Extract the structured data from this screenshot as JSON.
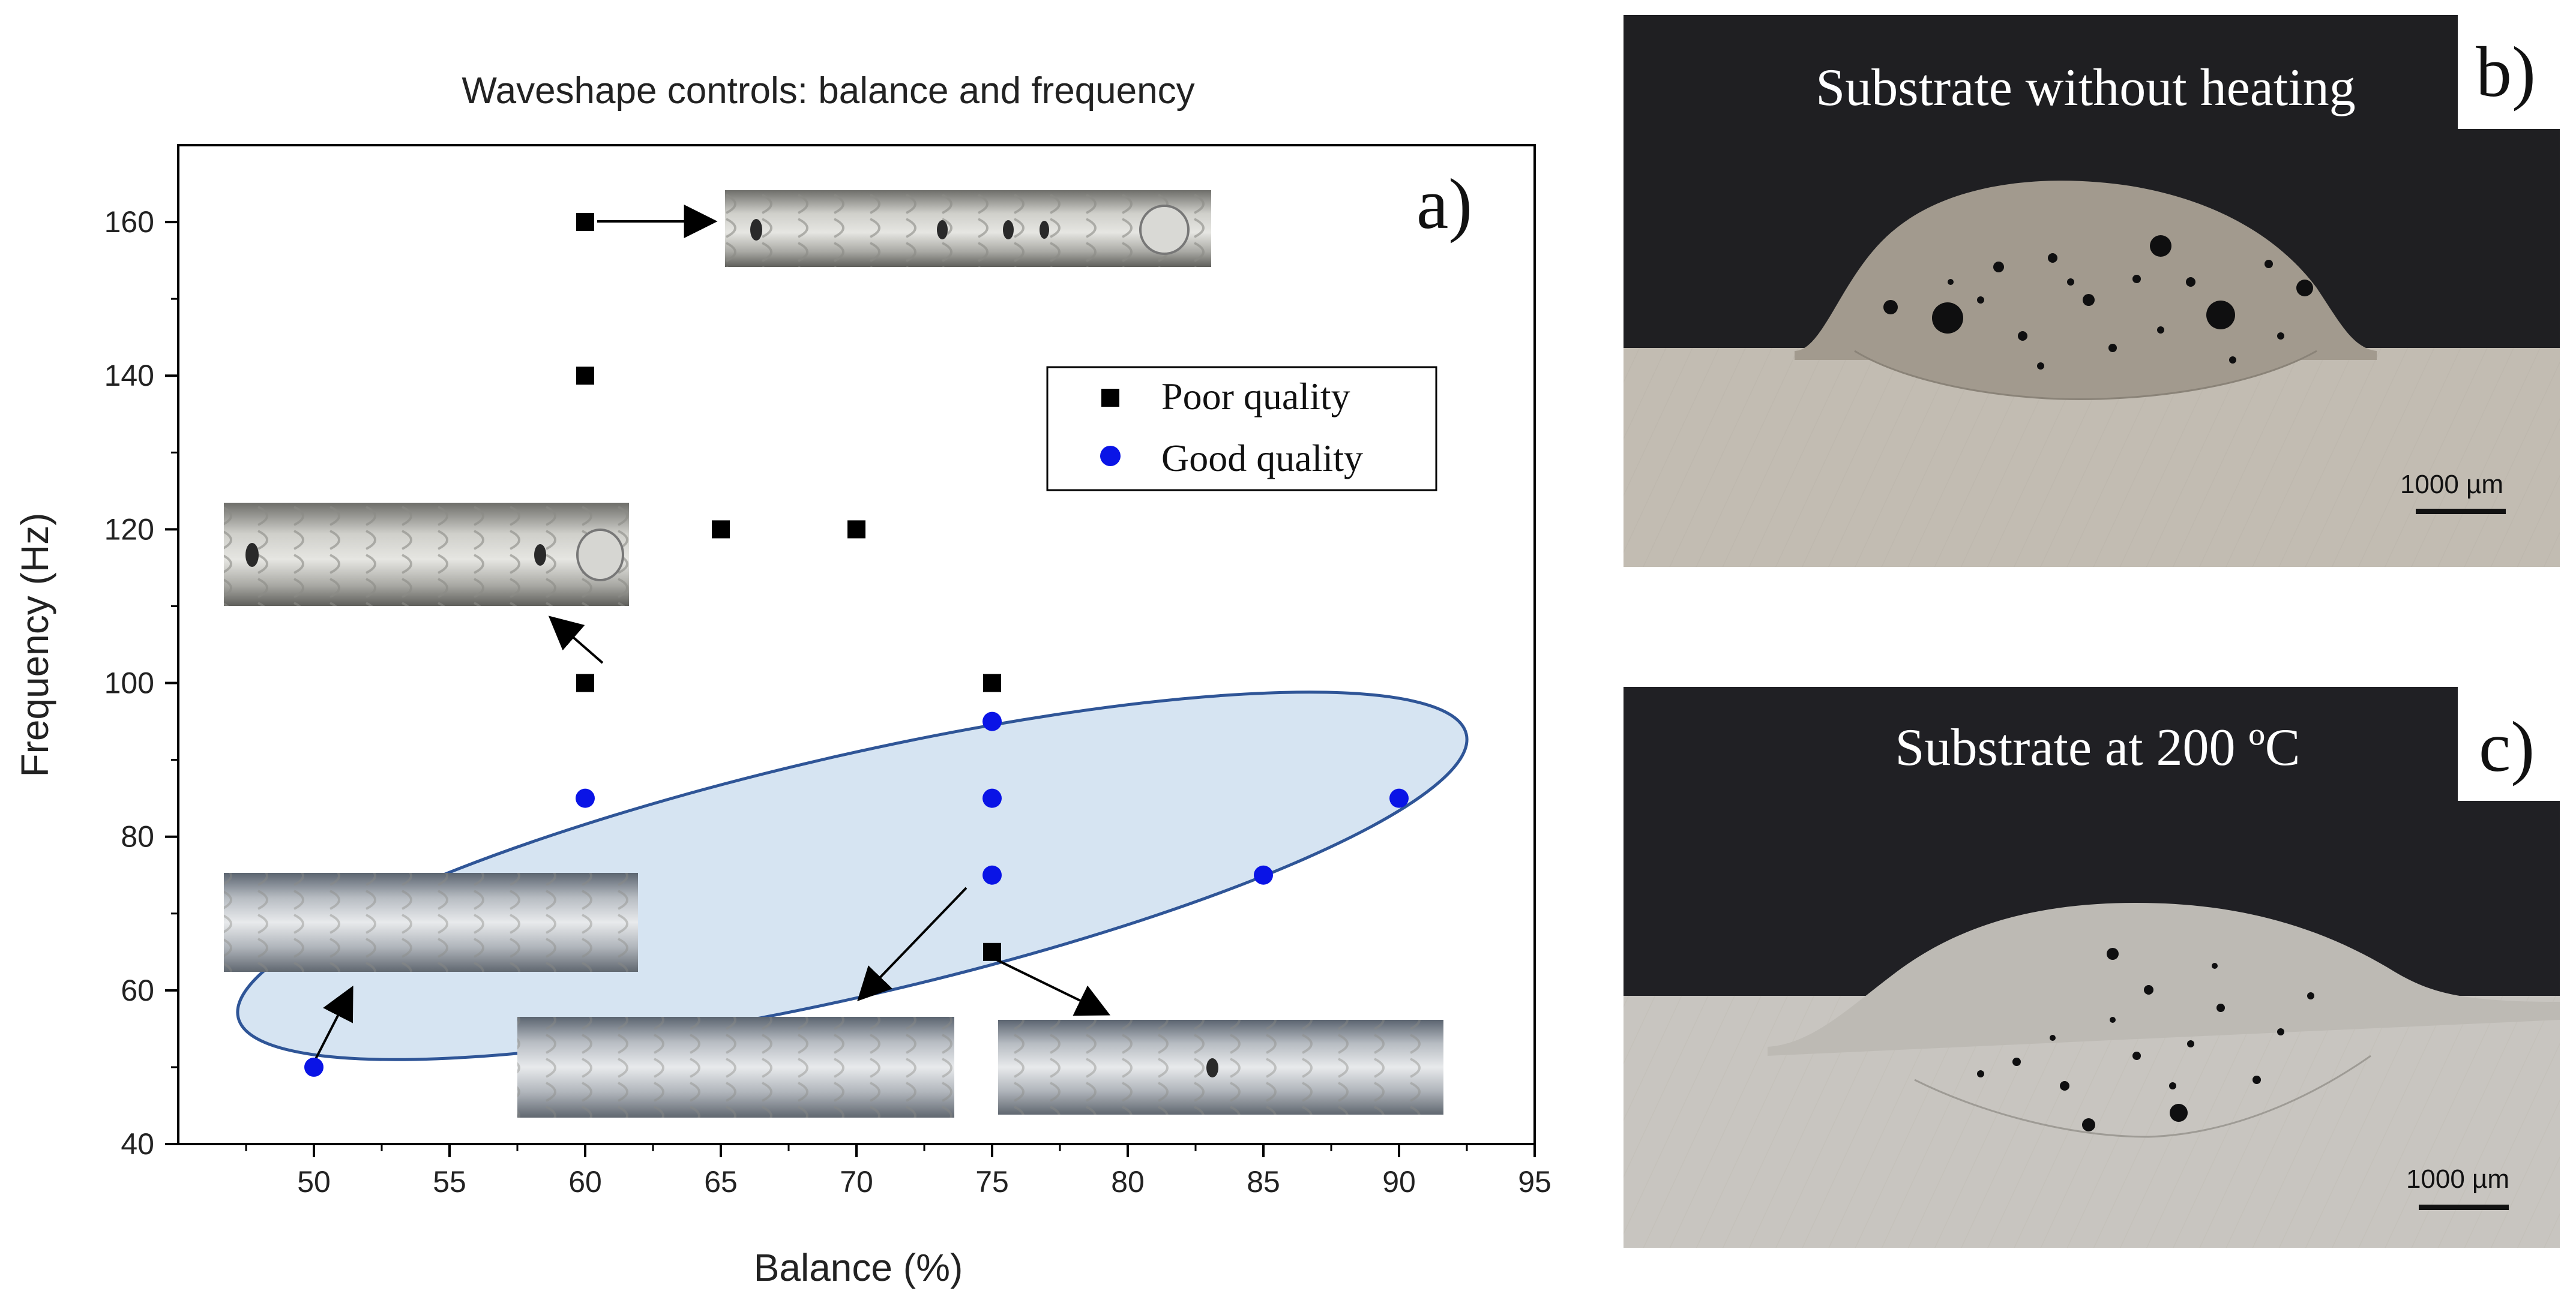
{
  "chart_data": {
    "type": "scatter",
    "title": "Waveshape controls: balance and frequency",
    "xlabel": "Balance (%)",
    "ylabel": "Frequency (Hz)",
    "xlim": [
      45,
      95
    ],
    "ylim": [
      40,
      170
    ],
    "xticks": [
      50,
      55,
      60,
      65,
      70,
      75,
      80,
      85,
      90,
      95
    ],
    "yticks": [
      40,
      60,
      80,
      100,
      120,
      140,
      160
    ],
    "grid": false,
    "legend_position": "upper-right",
    "panel_label": "a)",
    "series": [
      {
        "name": "Poor quality",
        "marker": "square",
        "color": "#000000",
        "points": [
          [
            60,
            160
          ],
          [
            60,
            140
          ],
          [
            65,
            120
          ],
          [
            70,
            120
          ],
          [
            60,
            100
          ],
          [
            75,
            100
          ],
          [
            75,
            65
          ]
        ]
      },
      {
        "name": "Good quality",
        "marker": "circle",
        "color": "#0a14e6",
        "points": [
          [
            50,
            50
          ],
          [
            60,
            85
          ],
          [
            75,
            95
          ],
          [
            75,
            85
          ],
          [
            75,
            75
          ],
          [
            85,
            75
          ],
          [
            90,
            85
          ]
        ]
      }
    ],
    "good_region_fill": "#d6e4f2",
    "good_region_stroke": "#2f5597"
  },
  "micrographs": [
    {
      "panel_label": "b)",
      "caption": "Substrate without heating",
      "scale_bar": "1000 µm"
    },
    {
      "panel_label": "c)",
      "caption": "Substrate at 200 ºC",
      "scale_bar": "1000 µm"
    }
  ]
}
